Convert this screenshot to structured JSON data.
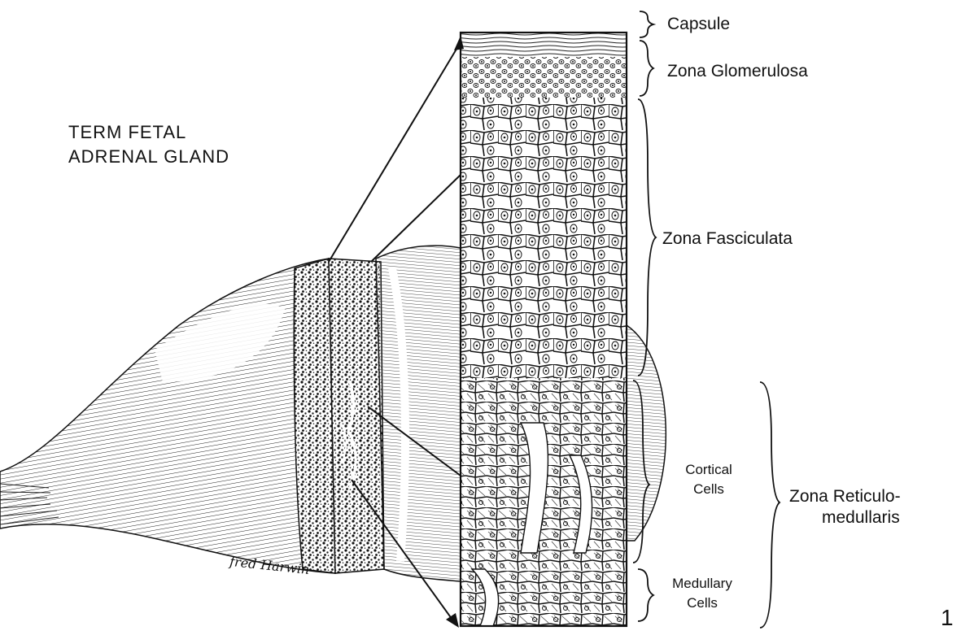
{
  "title": {
    "line1": "TERM FETAL",
    "line2": "ADRENAL GLAND"
  },
  "labels": {
    "capsule": "Capsule",
    "zona_glomerulosa": "Zona Glomerulosa",
    "zona_fasciculata": "Zona Fasciculata",
    "cortical_cells_1": "Cortical",
    "cortical_cells_2": "Cells",
    "zona_reticulomedullaris_1": "Zona Reticulo-",
    "zona_reticulomedullaris_2": "medullaris",
    "medullary_cells_1": "Medullary",
    "medullary_cells_2": "Cells"
  },
  "signature": "fred Harwin",
  "figure_number": "1"
}
